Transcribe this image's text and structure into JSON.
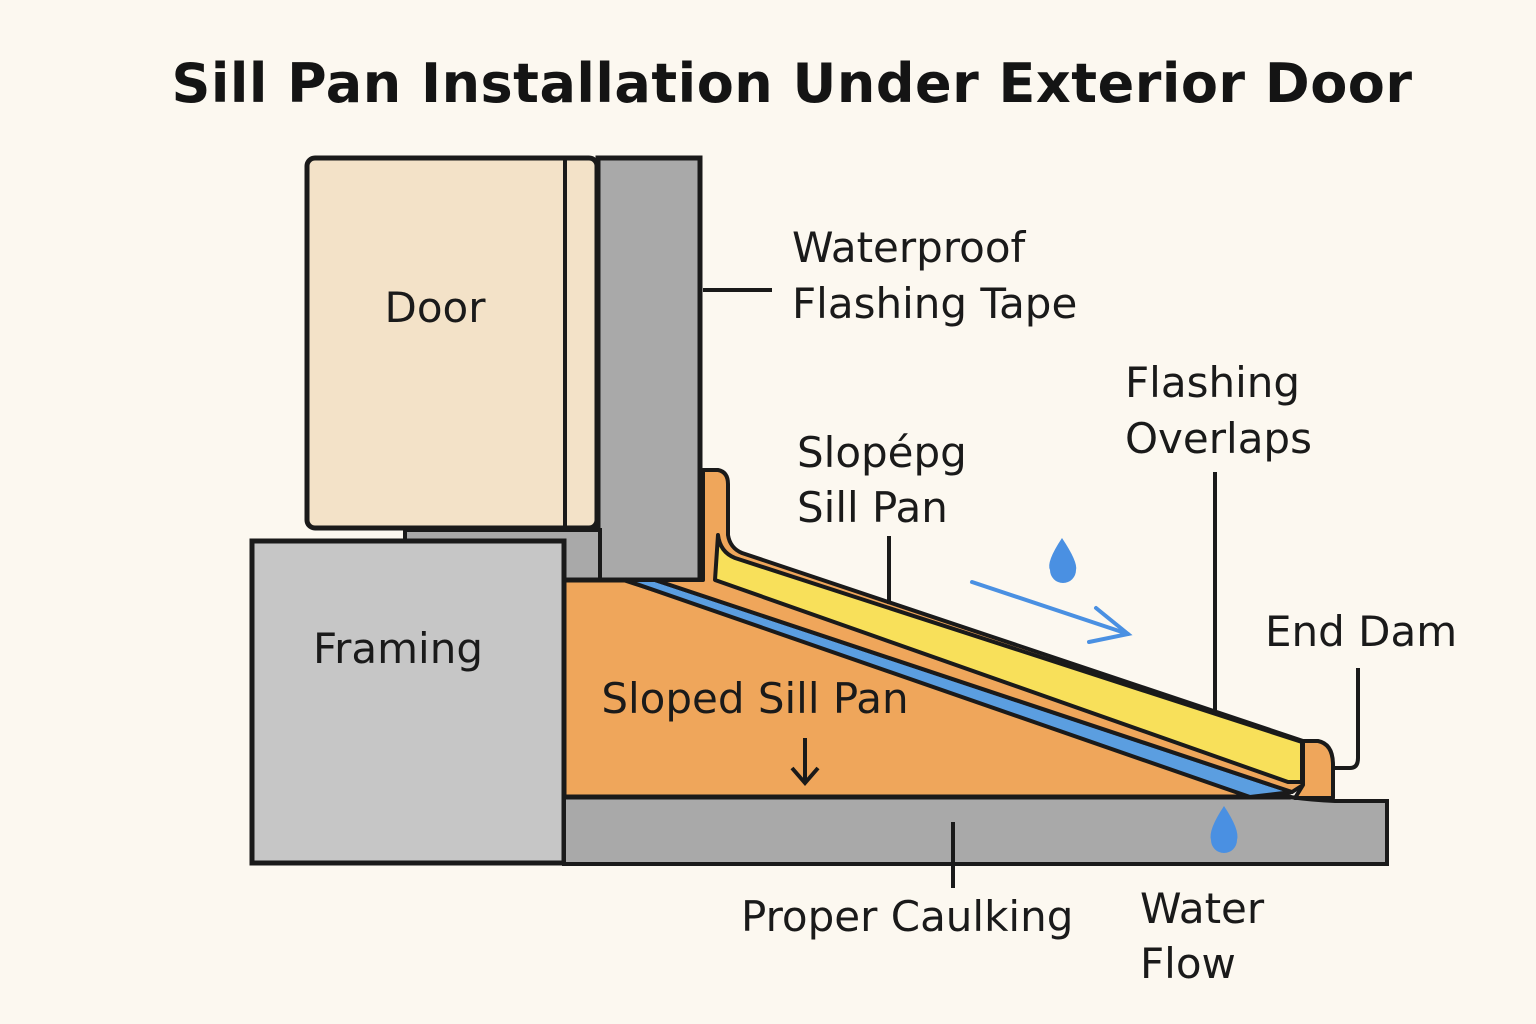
{
  "title": "Sill Pan Installation Under Exterior Door",
  "labels": {
    "door": "Door",
    "framing": "Framing",
    "sloped_sill_pan": "Sloped Sill Pan",
    "waterproof_flashing_tape": [
      "Waterproof",
      "Flashing Tape"
    ],
    "sloping_sill_pan": [
      "Slopépg",
      "Sill Pan"
    ],
    "flashing_overlaps": [
      "Flashing",
      "Overlaps"
    ],
    "end_dam": "End Dam",
    "proper_caulking": "Proper Caulking",
    "water_flow": [
      "Water",
      "Flow"
    ]
  },
  "colors": {
    "background": "#fcf8f0",
    "door": "#f3e2c8",
    "framing": "#c6c6c6",
    "jamb": "#a9a9a9",
    "subfloor": "#a9a9a9",
    "sill_pan": "#efa65b",
    "membrane": "#5b9ee0",
    "flashing": "#f8e05a",
    "water": "#4a90e2",
    "outline": "#1a1a1a"
  }
}
